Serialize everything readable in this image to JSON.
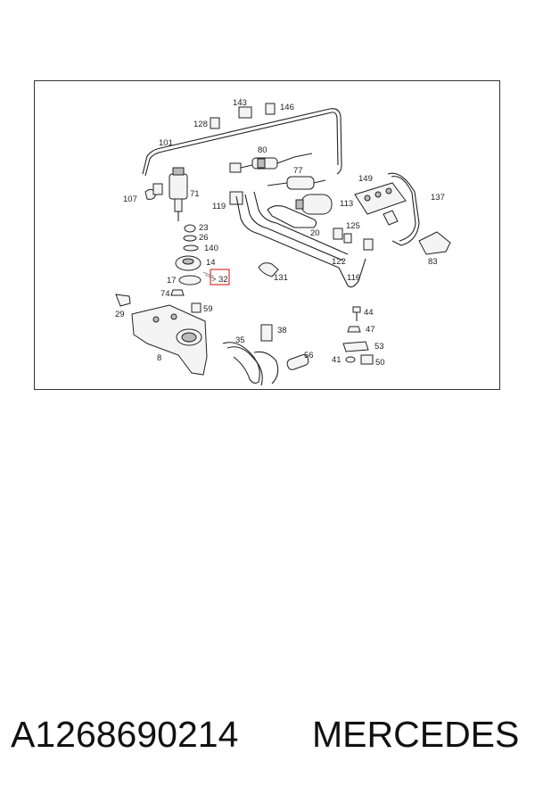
{
  "diagram": {
    "highlight_color": "#e03030",
    "highlighted_callout": "32",
    "callouts": [
      "143",
      "146",
      "128",
      "101",
      "80",
      "77",
      "149",
      "137",
      "107",
      "71",
      "119",
      "113",
      "125",
      "23",
      "26",
      "20",
      "83",
      "140",
      "14",
      "122",
      "17",
      "131",
      "116",
      "74",
      "59",
      "29",
      "44",
      "35",
      "38",
      "47",
      "53",
      "8",
      "56",
      "41",
      "50"
    ]
  },
  "caption": {
    "part_number": "A1268690214",
    "brand": "MERCEDES"
  }
}
